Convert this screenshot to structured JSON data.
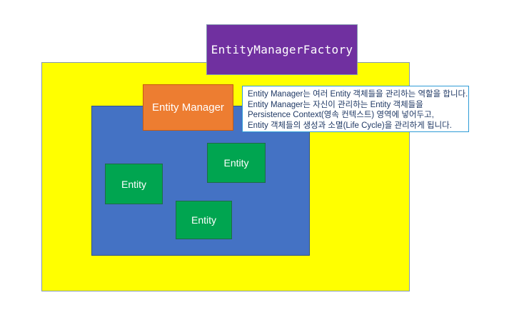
{
  "diagram": {
    "title_box": {
      "label": "EntityManagerFactory",
      "color": "#7030A0",
      "text_color": "#FFFFFF"
    },
    "outer_container": {
      "name": "persistence-unit-region",
      "color": "#FFFF00",
      "label": ""
    },
    "persistence_context": {
      "name": "persistence-context-region",
      "color": "#4472C4",
      "label": ""
    },
    "entity_manager": {
      "label": "Entity Manager",
      "color": "#ED7D31",
      "text_color": "#FFFFFF"
    },
    "entities": [
      {
        "label": "Entity",
        "color": "#00A550"
      },
      {
        "label": "Entity",
        "color": "#00A550"
      },
      {
        "label": "Entity",
        "color": "#00A550"
      }
    ],
    "annotation": {
      "border_color": "#2E9BD6",
      "text_color": "#1F3864",
      "lines": [
        "Entity Manager는 여러 Entity 객체들을 관리하는 역할을 합니다.",
        "Entity Manager는 자신이 관리하는 Entity 객체들을",
        "Persistence Context(영속 컨텍스트) 영역에 넣어두고,",
        "Entity 객체들의 생성과 소멸(Life Cycle)을 관리하게 됩니다."
      ]
    }
  }
}
